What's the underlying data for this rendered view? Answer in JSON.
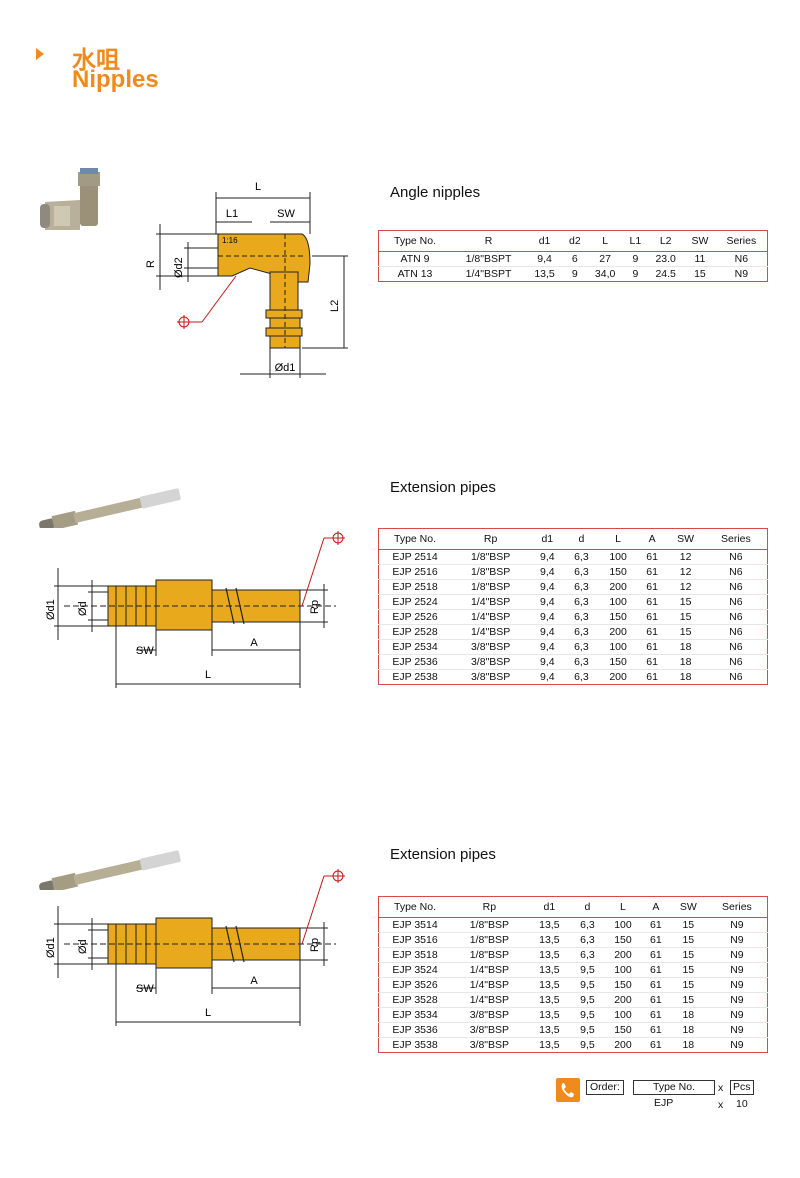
{
  "header": {
    "title_cn": "水咀",
    "title_en": "Nipples"
  },
  "sections": [
    {
      "title": "Angle nipples",
      "columns": [
        "Type No.",
        "R",
        "d1",
        "d2",
        "L",
        "L1",
        "L2",
        "SW",
        "Series"
      ],
      "rows": [
        [
          "ATN 9",
          "1/8\"BSPT",
          "9,4",
          "6",
          "27",
          "9",
          "23.0",
          "11",
          "N6"
        ],
        [
          "ATN 13",
          "1/4\"BSPT",
          "13,5",
          "9",
          "34,0",
          "9",
          "24.5",
          "15",
          "N9"
        ]
      ]
    },
    {
      "title": "Extension pipes",
      "columns": [
        "Type No.",
        "Rp",
        "d1",
        "d",
        "L",
        "A",
        "SW",
        "Series"
      ],
      "rows": [
        [
          "EJP 2514",
          "1/8\"BSP",
          "9,4",
          "6,3",
          "100",
          "61",
          "12",
          "N6"
        ],
        [
          "EJP 2516",
          "1/8\"BSP",
          "9,4",
          "6,3",
          "150",
          "61",
          "12",
          "N6"
        ],
        [
          "EJP 2518",
          "1/8\"BSP",
          "9,4",
          "6,3",
          "200",
          "61",
          "12",
          "N6"
        ],
        [
          "EJP 2524",
          "1/4\"BSP",
          "9,4",
          "6,3",
          "100",
          "61",
          "15",
          "N6"
        ],
        [
          "EJP 2526",
          "1/4\"BSP",
          "9,4",
          "6,3",
          "150",
          "61",
          "15",
          "N6"
        ],
        [
          "EJP 2528",
          "1/4\"BSP",
          "9,4",
          "6,3",
          "200",
          "61",
          "15",
          "N6"
        ],
        [
          "EJP 2534",
          "3/8\"BSP",
          "9,4",
          "6,3",
          "100",
          "61",
          "18",
          "N6"
        ],
        [
          "EJP 2536",
          "3/8\"BSP",
          "9,4",
          "6,3",
          "150",
          "61",
          "18",
          "N6"
        ],
        [
          "EJP 2538",
          "3/8\"BSP",
          "9,4",
          "6,3",
          "200",
          "61",
          "18",
          "N6"
        ]
      ]
    },
    {
      "title": "Extension pipes",
      "columns": [
        "Type No.",
        "Rp",
        "d1",
        "d",
        "L",
        "A",
        "SW",
        "Series"
      ],
      "rows": [
        [
          "EJP 3514",
          "1/8\"BSP",
          "13,5",
          "6,3",
          "100",
          "61",
          "15",
          "N9"
        ],
        [
          "EJP 3516",
          "1/8\"BSP",
          "13,5",
          "6,3",
          "150",
          "61",
          "15",
          "N9"
        ],
        [
          "EJP 3518",
          "1/8\"BSP",
          "13,5",
          "6,3",
          "200",
          "61",
          "15",
          "N9"
        ],
        [
          "EJP 3524",
          "1/4\"BSP",
          "13,5",
          "9,5",
          "100",
          "61",
          "15",
          "N9"
        ],
        [
          "EJP 3526",
          "1/4\"BSP",
          "13,5",
          "9,5",
          "150",
          "61",
          "15",
          "N9"
        ],
        [
          "EJP 3528",
          "1/4\"BSP",
          "13,5",
          "9,5",
          "200",
          "61",
          "15",
          "N9"
        ],
        [
          "EJP 3534",
          "3/8\"BSP",
          "13,5",
          "9,5",
          "100",
          "61",
          "18",
          "N9"
        ],
        [
          "EJP 3536",
          "3/8\"BSP",
          "13,5",
          "9,5",
          "150",
          "61",
          "18",
          "N9"
        ],
        [
          "EJP 3538",
          "3/8\"BSP",
          "13,5",
          "9,5",
          "200",
          "61",
          "18",
          "N9"
        ]
      ]
    }
  ],
  "drawings": {
    "angle": {
      "L": "L",
      "L1": "L1",
      "SW": "SW",
      "taper": "1:16",
      "R": "R",
      "d2": "Ød2",
      "L2": "L2",
      "d1": "Ød1"
    },
    "ext1": {
      "d1": "Ød1",
      "d": "Ød",
      "Rp": "Rp",
      "SW": "SW",
      "A": "A",
      "L": "L"
    },
    "ext2": {
      "d1": "Ød1",
      "d": "Ød",
      "Rp": "Rp",
      "SW": "SW",
      "A": "A",
      "L": "L"
    }
  },
  "order": {
    "label": "Order:",
    "type_header": "Type No.",
    "x": "x",
    "pcs_header": "Pcs",
    "example_type": "EJP",
    "example_qty": "10"
  },
  "colors": {
    "accent": "#f08a1c",
    "table_border": "#d54a4a",
    "part": "#e9a91c"
  }
}
